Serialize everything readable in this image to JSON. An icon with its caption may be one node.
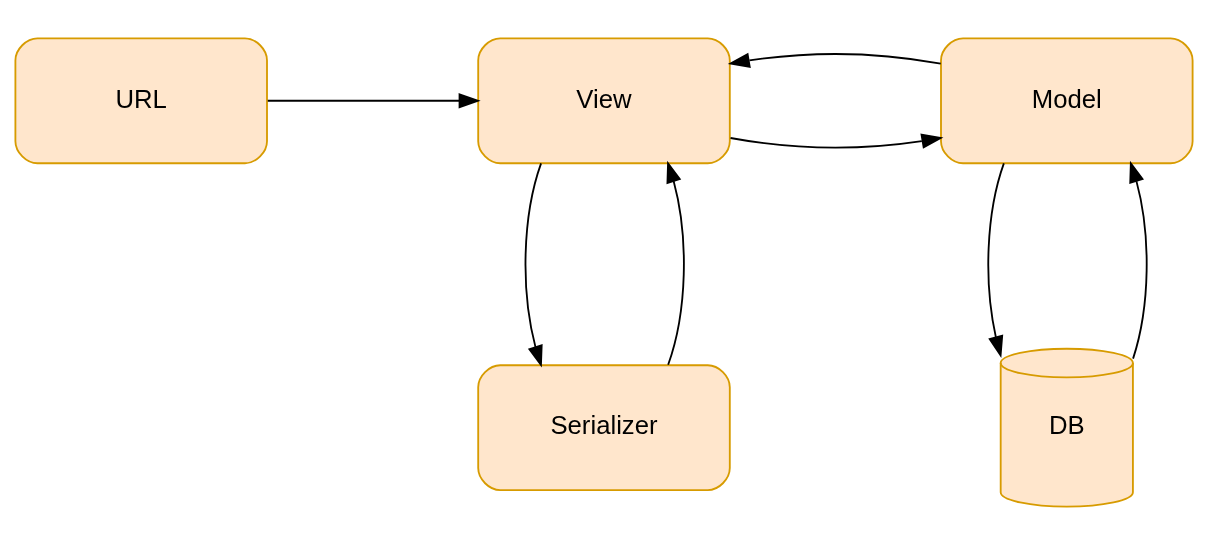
{
  "diagram": {
    "nodes": [
      {
        "text": [
          "URL"
        ]
      },
      {
        "text": [
          "View"
        ]
      },
      {
        "text": [
          "Model"
        ]
      },
      {
        "text": [
          "Serializer"
        ]
      },
      {
        "text": [
          "DB"
        ]
      }
    ],
    "edges": [
      {
        "from": 0,
        "to": 1,
        "arrow": "to"
      },
      {
        "from": 1,
        "to": 2,
        "arrow": "to"
      },
      {
        "from": 2,
        "to": 1,
        "arrow": "to"
      },
      {
        "from": 3,
        "to": 1,
        "arrow": "to"
      },
      {
        "from": 1,
        "to": 3,
        "arrow": "to"
      },
      {
        "from": 4,
        "to": 2,
        "arrow": "to"
      },
      {
        "from": 2,
        "to": 4,
        "arrow": "to"
      }
    ]
  }
}
